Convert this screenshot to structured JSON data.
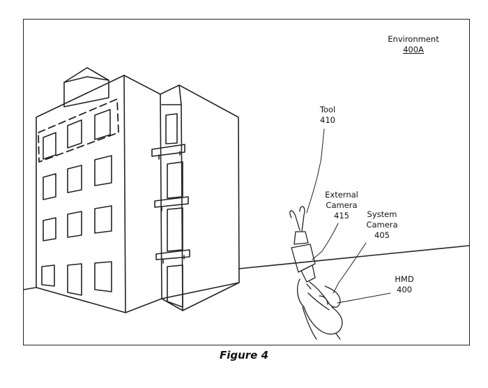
{
  "labels": {
    "environment": {
      "name": "Environment",
      "ref": "400A"
    },
    "tool": {
      "name": "Tool",
      "ref": "410"
    },
    "external_camera": {
      "name1": "External",
      "name2": "Camera",
      "ref": "415"
    },
    "system_camera": {
      "name1": "System",
      "name2": "Camera",
      "ref": "405"
    },
    "hmd": {
      "name": "HMD",
      "ref": "400"
    }
  },
  "caption": "Figure 4",
  "colors": {
    "line": "#222222",
    "background": "#ffffff"
  }
}
